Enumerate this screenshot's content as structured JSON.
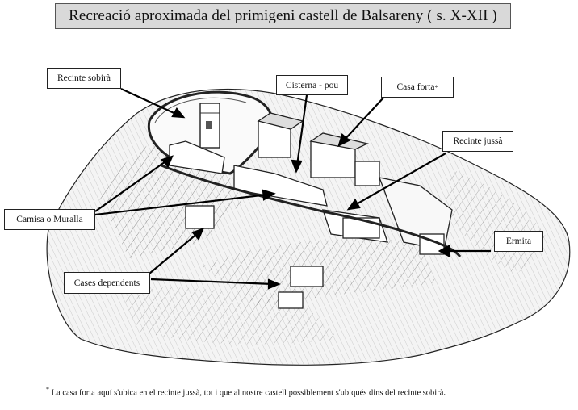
{
  "title": "Recreació aproximada del primigeni castell de Balsareny ( s. X-XII )",
  "labels": {
    "recinte_sobira": "Recinte sobirà",
    "cisterna_pou": "Cisterna - pou",
    "casa_forta": "Casa forta",
    "casa_forta_mark": "*",
    "recinte_jussa": "Recinte jussà",
    "camisa_muralla": "Camisa o Muralla",
    "ermita": "Ermita",
    "cases_dependents": "Cases dependents"
  },
  "footnote": {
    "mark": "*",
    "text": "La casa forta aquí s'ubica en el recinte jussà, tot i que al nostre castell possiblement s'ubiqués dins del recinte sobirà."
  },
  "colors": {
    "title_bg": "#d9d9d9",
    "ink": "#111111"
  }
}
